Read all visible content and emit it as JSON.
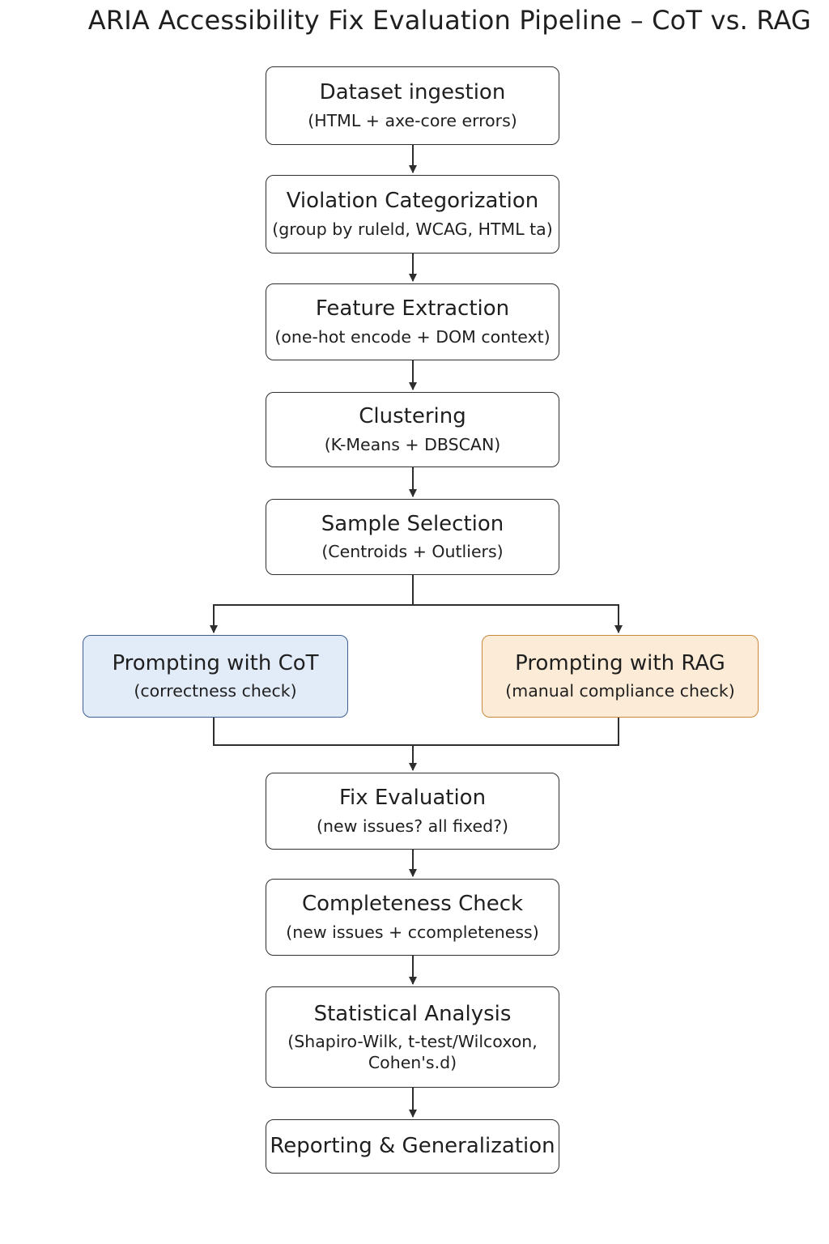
{
  "title": "ARIA Accessibility Fix Evaluation Pipeline – CoT vs. RAG",
  "nodes": {
    "ingestion": {
      "title": "Dataset ingestion",
      "sub": "(HTML + axe-core errors)"
    },
    "categorization": {
      "title": "Violation Categorization",
      "sub": "(group by ruleld, WCAG, HTML ta)"
    },
    "features": {
      "title": "Feature Extraction",
      "sub": "(one-hot encode + DOM context)"
    },
    "clustering": {
      "title": "Clustering",
      "sub": "(K-Means + DBSCAN)"
    },
    "sampling": {
      "title": "Sample Selection",
      "sub": "(Centroids + Outliers)"
    },
    "cot": {
      "title": "Prompting with CoT",
      "sub": "(correctness check)"
    },
    "rag": {
      "title": "Prompting with RAG",
      "sub": "(manual compliance check)"
    },
    "fix_eval": {
      "title": "Fix Evaluation",
      "sub": "(new issues? all fixed?)"
    },
    "completeness": {
      "title": "Completeness Check",
      "sub": "(new issues + ccompleteness)"
    },
    "stats": {
      "title": "Statistical Analysis",
      "sub": "(Shapiro-Wilk, t-test/Wilcoxon,",
      "sub2": "Cohen's.d)"
    },
    "reporting": {
      "title": "Reporting & Generalization"
    }
  },
  "colors": {
    "cot_fill": "#e2ecf9",
    "cot_border": "#3e5f8f",
    "rag_fill": "#fcebd7",
    "rag_border": "#c78a3c",
    "line": "#2e2e2e"
  }
}
